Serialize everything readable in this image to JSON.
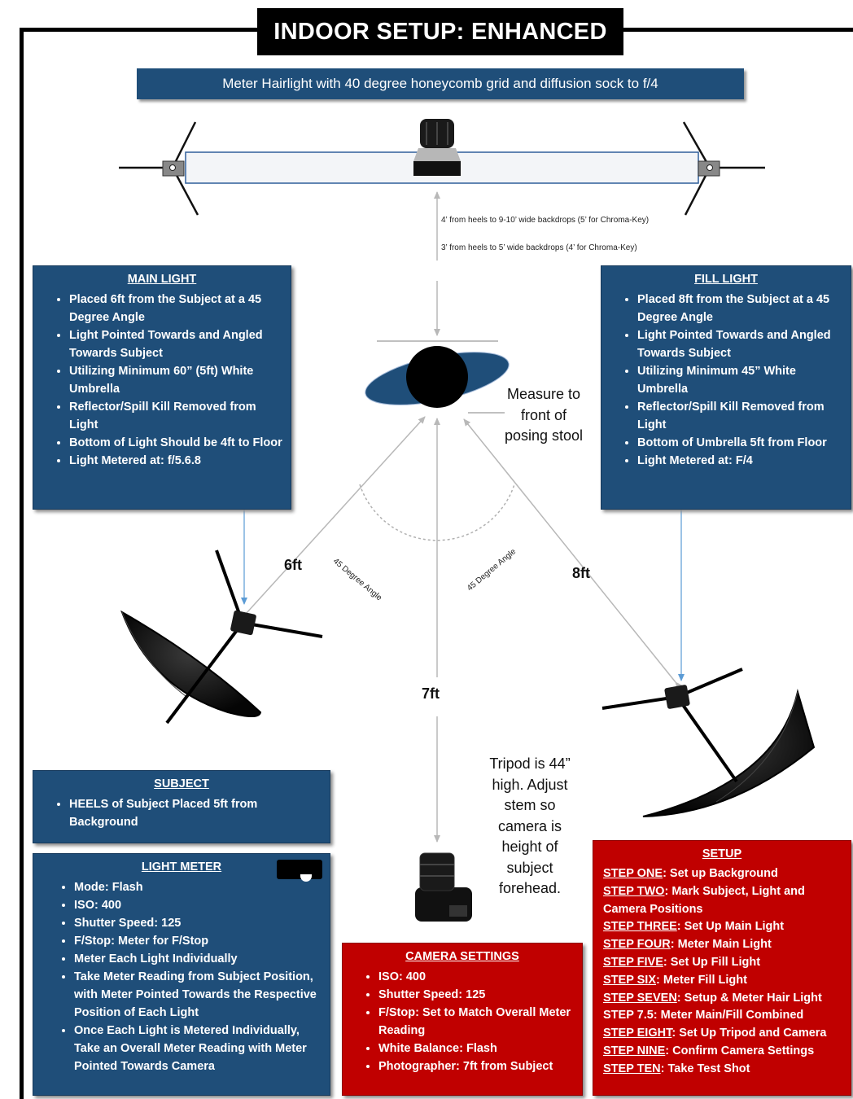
{
  "title": "INDOOR SETUP: ENHANCED",
  "hairlight_note": "Meter Hairlight with 40 degree honeycomb grid and diffusion sock to f/4",
  "backdrop_notes": [
    "4’ from heels to 9-10’ wide backdrops (5’ for Chroma-Key)",
    "3’ from heels to 5’ wide backdrops (4’ for Chroma-Key)"
  ],
  "main_light": {
    "heading": "MAIN LIGHT",
    "items": [
      "Placed 6ft from the Subject at a 45 Degree Angle",
      "Light Pointed Towards and Angled Towards Subject",
      "Utilizing Minimum 60” (5ft) White Umbrella",
      "Reflector/Spill Kill Removed from Light",
      "Bottom of Light Should be 4ft to Floor",
      "Light Metered at: f/5.6.8"
    ]
  },
  "fill_light": {
    "heading": "FILL LIGHT",
    "items": [
      "Placed 8ft from the Subject at a 45 Degree Angle",
      "Light Pointed Towards and Angled Towards Subject",
      "Utilizing Minimum 45” White Umbrella",
      "Reflector/Spill Kill Removed from Light",
      "Bottom of Umbrella 5ft from Floor",
      "Light Metered at: F/4"
    ]
  },
  "measure_note": "Measure to front of posing stool",
  "angle_labels": [
    "45 Degree Angle",
    "45 Degree Angle"
  ],
  "distances": {
    "main": "6ft",
    "fill": "8ft",
    "camera": "7ft"
  },
  "tripod_note": "Tripod is 44” high. Adjust stem so camera is height of subject forehead.",
  "subject": {
    "heading": "SUBJECT",
    "items": [
      "HEELS of Subject Placed 5ft from Background"
    ]
  },
  "light_meter": {
    "heading": "LIGHT METER",
    "items": [
      "Mode: Flash",
      "ISO: 400",
      "Shutter Speed: 125",
      "F/Stop: Meter for F/Stop",
      "Meter Each Light Individually",
      "Take Meter Reading from Subject Position, with Meter Pointed Towards the Respective Position of Each Light",
      "Once Each Light is Metered Individually, Take an Overall Meter Reading with Meter Pointed Towards Camera"
    ]
  },
  "camera_settings": {
    "heading": "CAMERA SETTINGS",
    "items": [
      "ISO: 400",
      "Shutter Speed: 125",
      "F/Stop: Set to Match Overall Meter Reading",
      "White Balance: Flash",
      "Photographer: 7ft from Subject"
    ]
  },
  "setup": {
    "heading": "SETUP",
    "steps": [
      {
        "step": "STEP ONE",
        "text": ": Set up Background"
      },
      {
        "step": "STEP TWO",
        "text": ": Mark Subject, Light and Camera Positions"
      },
      {
        "step": "STEP THREE",
        "text": ": Set Up Main Light"
      },
      {
        "step": "STEP FOUR",
        "text": ": Meter Main Light"
      },
      {
        "step": "STEP FIVE",
        "text": ": Set Up Fill Light"
      },
      {
        "step": "STEP SIX",
        "text": ": Meter Fill Light"
      },
      {
        "step": "STEP SEVEN",
        "text": ": Setup & Meter Hair Light"
      },
      {
        "step": "STEP 7.5",
        "text": ": Meter Main/Fill Combined"
      },
      {
        "step": "STEP EIGHT",
        "text": ": Set Up Tripod and Camera"
      },
      {
        "step": "STEP NINE",
        "text": ": Confirm Camera Settings"
      },
      {
        "step": "STEP TEN",
        "text": ": Take Test Shot"
      }
    ]
  },
  "colors": {
    "navy": "#1f4e79",
    "red": "#c00000",
    "black": "#000000"
  }
}
